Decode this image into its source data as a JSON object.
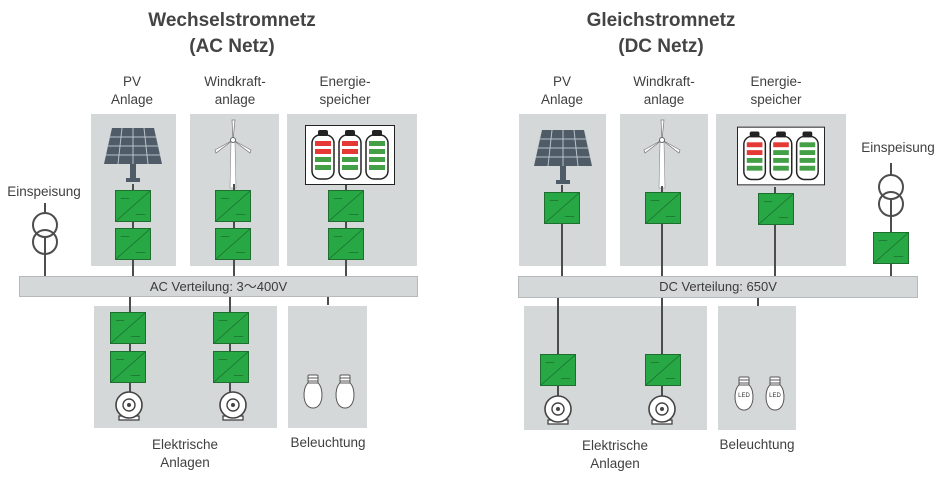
{
  "ac": {
    "title_line1": "Wechselstromnetz",
    "title_line2": "(AC Netz)",
    "pv_line1": "PV",
    "pv_line2": "Anlage",
    "wind_line1": "Windkraft-",
    "wind_line2": "anlage",
    "storage_line1": "Energie-",
    "storage_line2": "speicher",
    "feed_in": "Einspeisung",
    "bus_label": "AC Verteilung: 3～400V",
    "loads_line1": "Elektrische",
    "loads_line2": "Anlagen",
    "lighting": "Beleuchtung"
  },
  "dc": {
    "title_line1": "Gleichstromnetz",
    "title_line2": "(DC Netz)",
    "pv_line1": "PV",
    "pv_line2": "Anlage",
    "wind_line1": "Windkraft-",
    "wind_line2": "anlage",
    "storage_line1": "Energie-",
    "storage_line2": "speicher",
    "feed_in": "Einspeisung",
    "bus_label": "DC Verteilung: 650V",
    "loads_line1": "Elektrische",
    "loads_line2": "Anlagen",
    "lighting": "Beleuchtung",
    "led_label": "LED"
  },
  "colors": {
    "panel": "#d5d8d9",
    "converter": "#27a844",
    "wire": "#4d4d4d"
  }
}
